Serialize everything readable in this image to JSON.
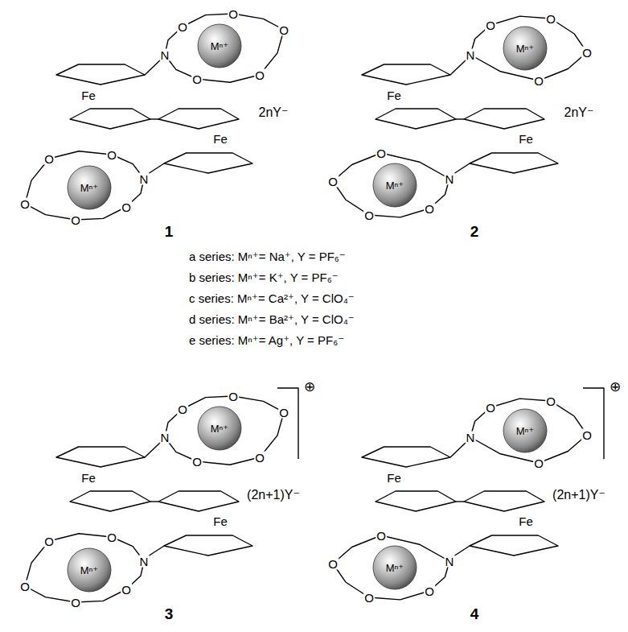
{
  "diagram": {
    "labels": [
      "N",
      "O",
      "O",
      "O",
      "O",
      "O",
      "Mⁿ⁺",
      "Fe",
      "Fe",
      "Mⁿ⁺",
      "N",
      "O",
      "O",
      "O",
      "O",
      "O",
      "2nY⁻",
      "1",
      "N",
      "O",
      "O",
      "O",
      "O",
      "Mⁿ⁺",
      "Fe",
      "Fe",
      "Mⁿ⁺",
      "N",
      "O",
      "O",
      "O",
      "O",
      "2nY⁻",
      "2",
      "a series: Mⁿ⁺= Na⁺, Y = PF₆⁻",
      "b series: Mⁿ⁺= K⁺, Y = PF₆⁻",
      "c series: Mⁿ⁺= Ca²⁺, Y = ClO₄⁻",
      "d series: Mⁿ⁺= Ba²⁺, Y = ClO₄⁻",
      "e series: Mⁿ⁺= Ag⁺, Y = PF₆⁻",
      "N",
      "O",
      "O",
      "O",
      "O",
      "O",
      "Mⁿ⁺",
      "Fe",
      "Fe",
      "Mⁿ⁺",
      "N",
      "O",
      "O",
      "O",
      "O",
      "O",
      "(2n+1)Y⁻",
      "⊕",
      "3",
      "N",
      "O",
      "O",
      "O",
      "O",
      "Mⁿ⁺",
      "Fe",
      "Fe",
      "Mⁿ⁺",
      "N",
      "O",
      "O",
      "O",
      "O",
      "(2n+1)Y⁻",
      "⊕",
      "4"
    ]
  }
}
